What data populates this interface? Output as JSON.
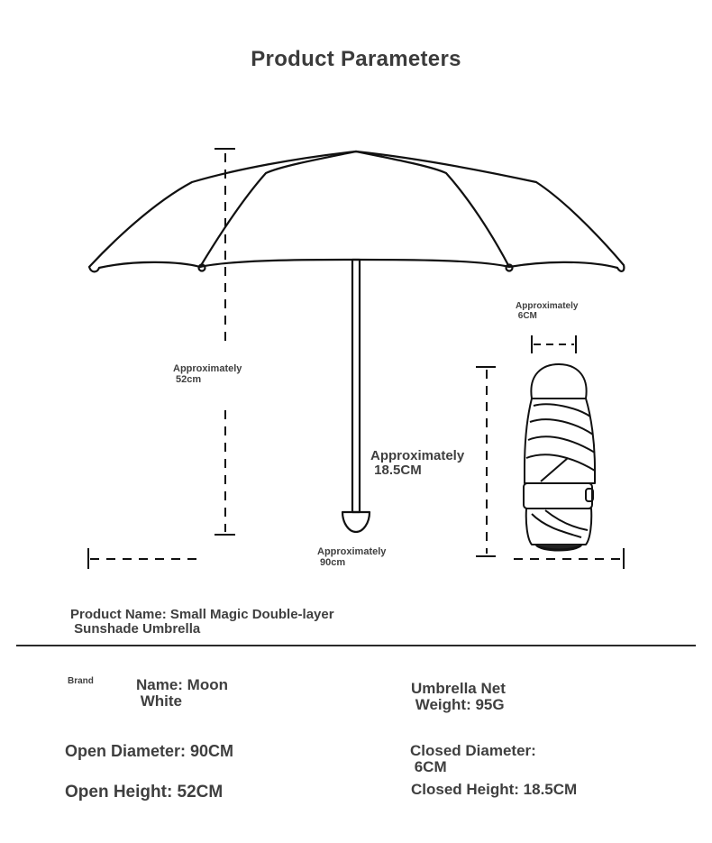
{
  "title": "Product Parameters",
  "dimensions": {
    "open_height": "Approximately\n 52cm",
    "open_diameter": "Approximately\n 90cm",
    "closed_height": "Approximately\n 18.5CM",
    "closed_diameter": "Approximately\n 6CM"
  },
  "product_name": "Product Name: Small Magic Double-layer\n Sunshade Umbrella",
  "specs": {
    "brand_label": "Brand",
    "name": "Name: Moon\n White",
    "net_weight": "Umbrella Net\n Weight: 95G",
    "open_diameter": "Open Diameter: 90CM",
    "closed_diameter": "Closed Diameter:\n 6CM",
    "open_height": "Open Height: 52CM",
    "closed_height": "Closed Height: 18.5CM"
  },
  "colors": {
    "line": "#111111",
    "text": "#3f3f3f"
  }
}
